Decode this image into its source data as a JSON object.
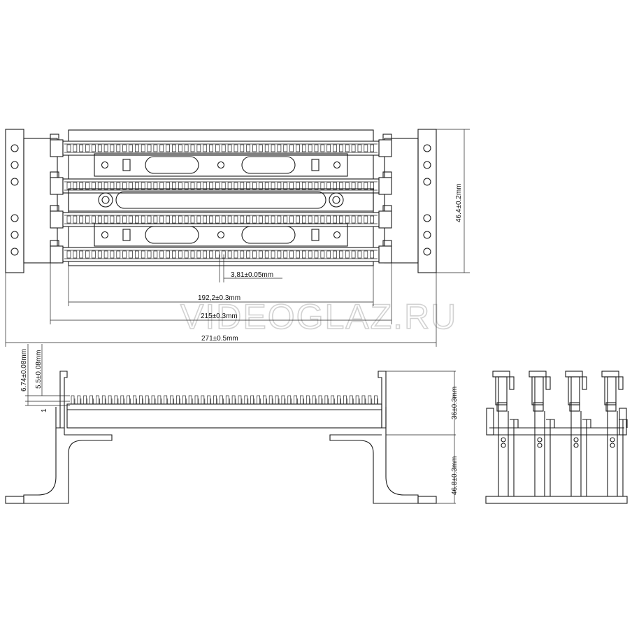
{
  "watermark": "VIDEOGLAZ.RU",
  "dimensions": {
    "pitch": "3,81±0.05mm",
    "inner_length": "192,2±0.3mm",
    "mid_length": "215±0.3mm",
    "total_length": "271±0.5mm",
    "height_top": "46.4±0.2mm",
    "contact_a": "6.74±0.08mm",
    "contact_b": "5.5±0.08mm",
    "contact_c": "1",
    "profile_height": "36±0.3mm",
    "bracket_height": "46.8±0.3mm"
  }
}
